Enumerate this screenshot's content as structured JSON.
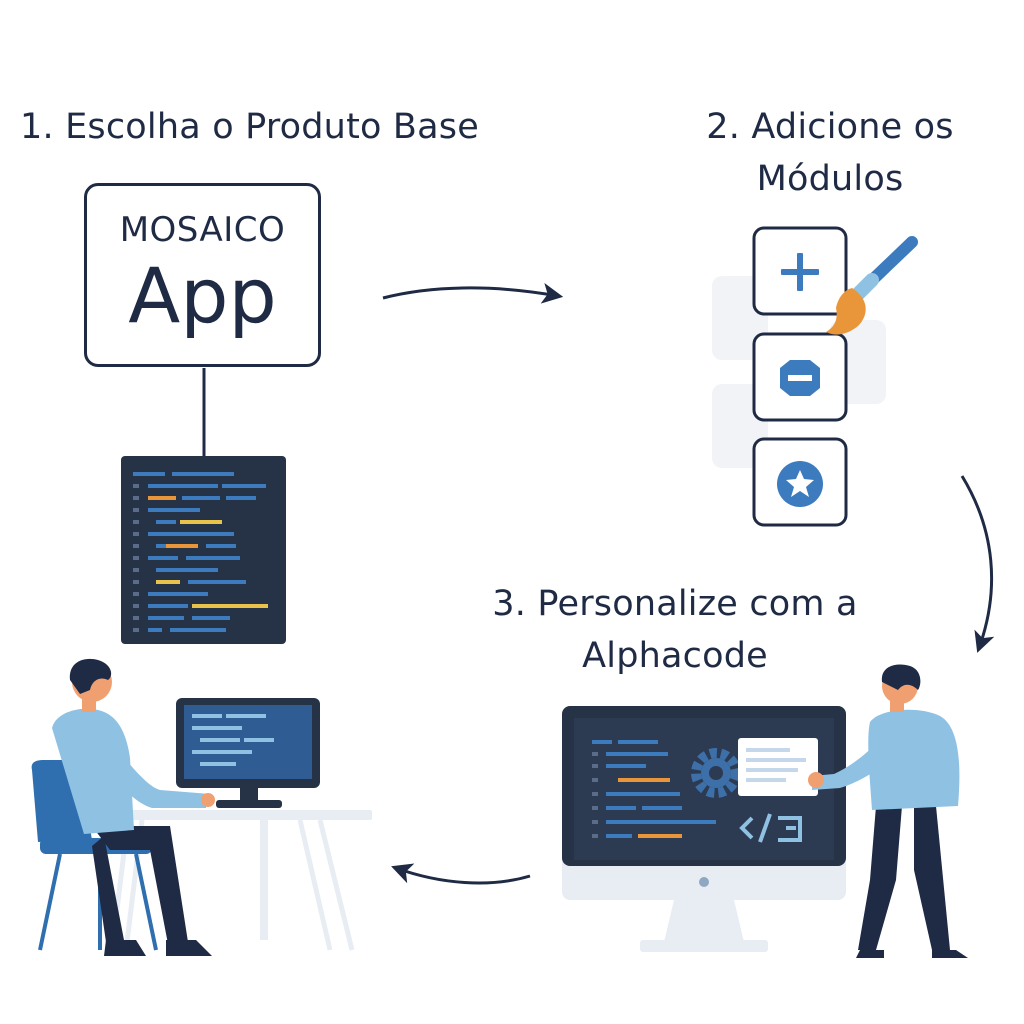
{
  "steps": {
    "step1": "1. Escolha o Produto Base",
    "step2_line1": "2. Adicione os",
    "step2_line2": "Módulos",
    "step3_line1": "3. Personalize com a",
    "step3_line2": "Alphacode"
  },
  "product_card": {
    "brand": "MOSAICO",
    "name": "App"
  },
  "modules": [
    {
      "icon": "plus-icon"
    },
    {
      "icon": "hexagon-minus-icon"
    },
    {
      "icon": "star-circle-icon"
    }
  ],
  "colors": {
    "ink": "#1f2a44",
    "accent_blue": "#3d7bbf",
    "orange": "#e9963a",
    "light_blue": "#8fc1e3",
    "screen_dark": "#263347",
    "code_yellow": "#e8c24a"
  }
}
